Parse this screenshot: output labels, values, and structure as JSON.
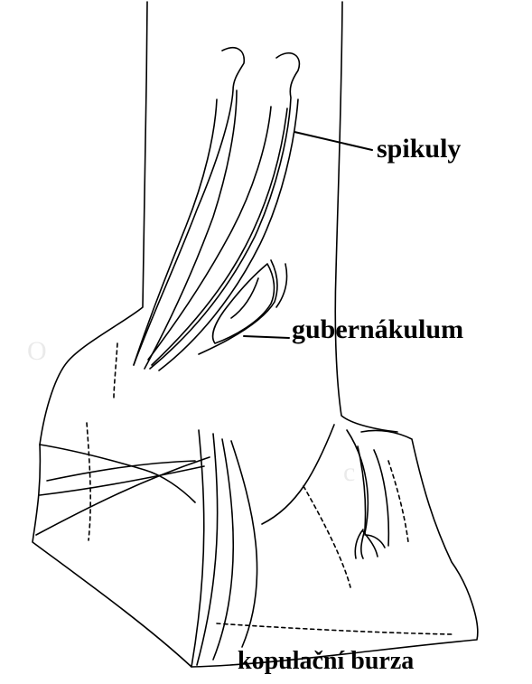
{
  "labels": {
    "spikuly": "spikuly",
    "gubernakulum": "gubernákulum",
    "kopulacni_burza": "kopulační burza"
  },
  "colors": {
    "ink": "#000000",
    "paper": "#ffffff"
  }
}
